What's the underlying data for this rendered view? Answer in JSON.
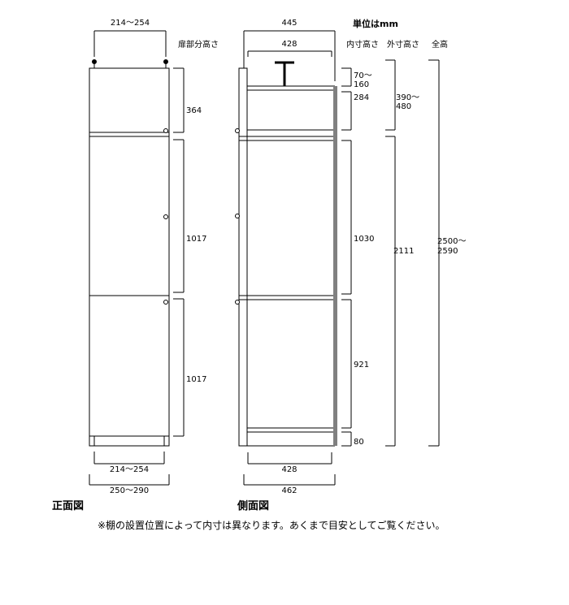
{
  "labels": {
    "unit": "単位はmm",
    "door_height": "扉部分高さ",
    "inner_height": "内寸高さ",
    "outer_height": "外寸高さ",
    "total_height": "全高",
    "front_view": "正面図",
    "side_view": "側面図",
    "note": "※棚の設置位置によって内寸は異なります。あくまで目安としてご覧ください。"
  },
  "front": {
    "top_width": "214～254",
    "inner_width": "214～254",
    "outer_width": "250～290",
    "door_top": "364",
    "door_mid": "1017",
    "door_bottom": "1017"
  },
  "side": {
    "outer_depth": "445",
    "inner_depth": "428",
    "bottom_inner_depth": "428",
    "bottom_outer_depth": "462",
    "inner_top_gap": "70～\n160",
    "inner_top": "284",
    "inner_mid": "1030",
    "inner_low": "921",
    "inner_base": "80",
    "outer_top": "390～\n480",
    "outer_main": "2111",
    "total": "2500～\n2590"
  }
}
